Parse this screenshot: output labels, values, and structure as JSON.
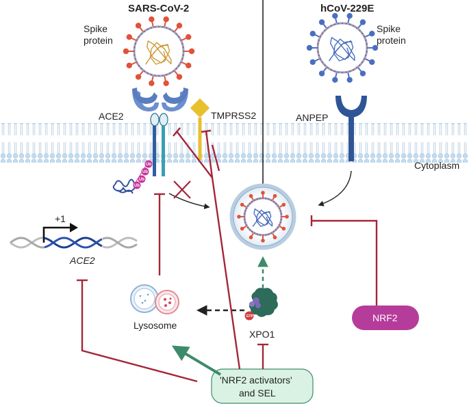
{
  "titles": {
    "left": "SARS-CoV-2",
    "right": "hCoV-229E"
  },
  "labels": {
    "spike_left": [
      "Spike",
      "protein"
    ],
    "spike_right": [
      "Spike",
      "protein"
    ],
    "ace2": "ACE2",
    "tmprss2": "TMPRSS2",
    "anpep": "ANPEP",
    "cytoplasm": "Cytoplasm",
    "tss": "+1",
    "ace2_gene": "ACE2",
    "lysosome": "Lysosome",
    "xpo1": "XPO1",
    "nrf2": "NRF2",
    "activators": [
      "'NRF2 activators'",
      "and SEL"
    ],
    "ub": "Ub",
    "gtp": "GTP"
  },
  "colors": {
    "inhibit": "#a32638",
    "receptor": "#6b8fcf",
    "anpep": "#2f5597",
    "tmprss2": "#e8c02e",
    "spike_left": "#e0523a",
    "spike_right": "#4a6fc0",
    "nrf2": "#b53c9a",
    "activators_fill": "#d9f2e3",
    "xpo1": "#2d6b5a",
    "green_arrow": "#3e8a6c",
    "membrane": "#b8d4ea",
    "ub": "#c8339b"
  },
  "icons": [
    "virus-icon",
    "receptor-icon",
    "dna-icon",
    "lysosome-icon",
    "xpo1-protein-icon",
    "endosome-icon"
  ]
}
